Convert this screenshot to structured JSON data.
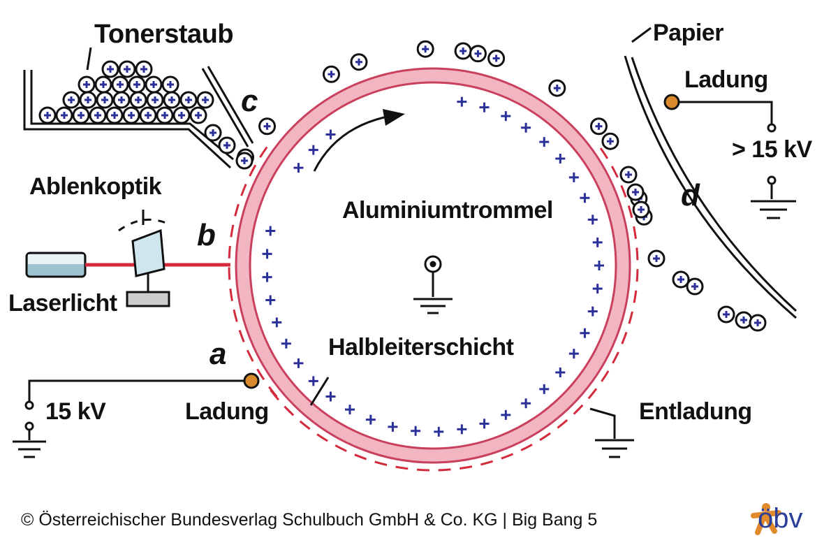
{
  "labels": {
    "toner": "Tonerstaub",
    "c": "c",
    "optics": "Ablenkoptik",
    "b": "b",
    "laser": "Laserlicht",
    "a": "a",
    "charge_left": "Ladung",
    "voltage_left": "15 kV",
    "drum": "Aluminiumtrommel",
    "layer": "Halbleiterschicht",
    "paper": "Papier",
    "charge_right": "Ladung",
    "voltage_right": "> 15 kV",
    "d": "d",
    "discharge": "Entladung"
  },
  "footer": {
    "copyright": "© Österreichischer Bundesverlag Schulbuch GmbH & Co. KG |  Big Bang 5",
    "logo": "öbv"
  },
  "colors": {
    "drum_ring": "#d4566f",
    "drum_ring_fill": "#f1b6c2",
    "plus": "#2b2f9a",
    "dash": "#d42b3c",
    "contact": "#d98a2a",
    "logo_orange": "#e08a2c",
    "logo_blue": "#2b3f98"
  }
}
